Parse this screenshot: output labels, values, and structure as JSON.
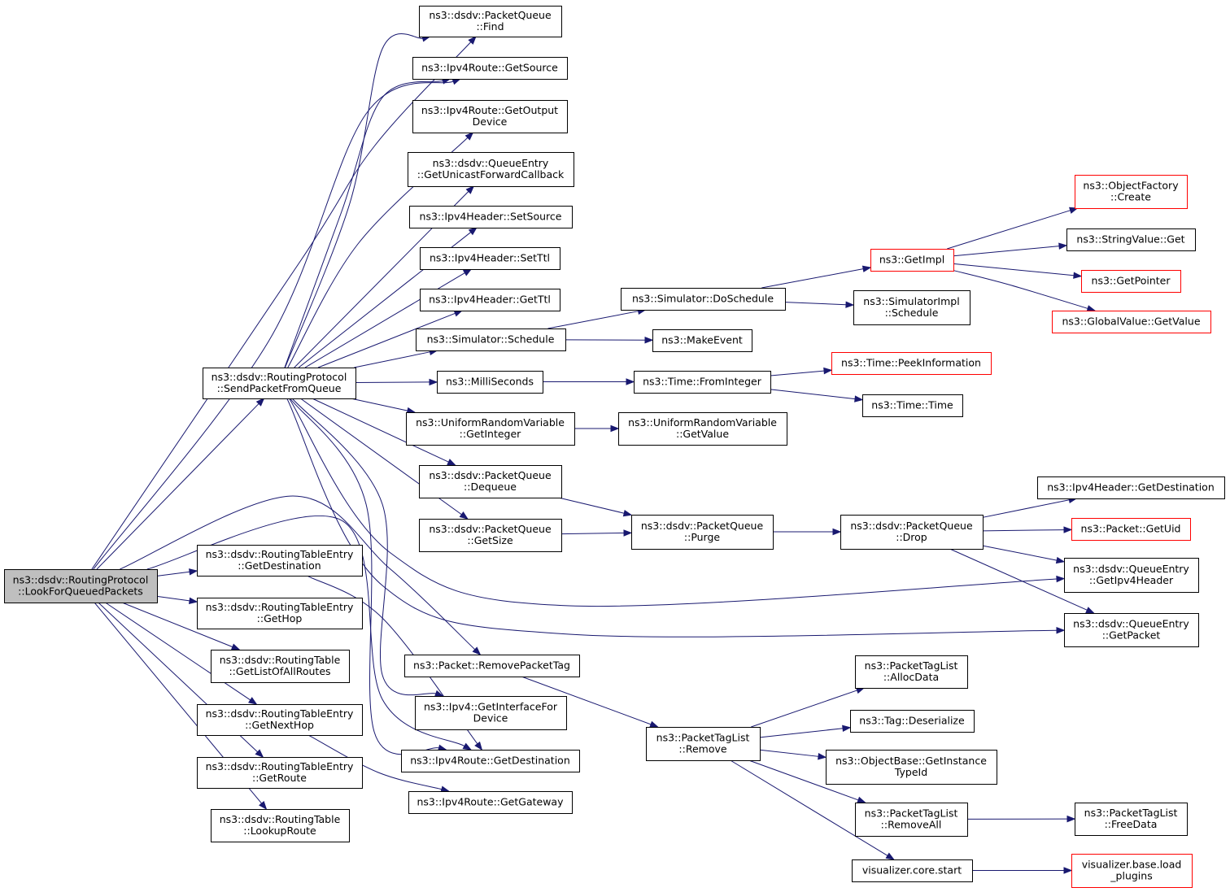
{
  "colors": {
    "edge": "#191970",
    "node_border": "#000000",
    "node_border_truncated": "#ff0000",
    "root_fill": "#bfbfbf",
    "node_fill": "#ffffff"
  },
  "nodes": [
    {
      "id": "root",
      "lines": [
        "ns3::dsdv::RoutingProtocol",
        "::LookForQueuedPackets"
      ],
      "kind": "root"
    },
    {
      "id": "sendpkt",
      "lines": [
        "ns3::dsdv::RoutingProtocol",
        "::SendPacketFromQueue"
      ],
      "kind": "normal"
    },
    {
      "id": "rte_getdest",
      "lines": [
        "ns3::dsdv::RoutingTableEntry",
        "::GetDestination"
      ],
      "kind": "normal"
    },
    {
      "id": "rte_gethop",
      "lines": [
        "ns3::dsdv::RoutingTableEntry",
        "::GetHop"
      ],
      "kind": "normal"
    },
    {
      "id": "rt_getlist",
      "lines": [
        "ns3::dsdv::RoutingTable",
        "::GetListOfAllRoutes"
      ],
      "kind": "normal"
    },
    {
      "id": "rte_getnexthop",
      "lines": [
        "ns3::dsdv::RoutingTableEntry",
        "::GetNextHop"
      ],
      "kind": "normal"
    },
    {
      "id": "rte_getroute",
      "lines": [
        "ns3::dsdv::RoutingTableEntry",
        "::GetRoute"
      ],
      "kind": "normal"
    },
    {
      "id": "rt_lookup",
      "lines": [
        "ns3::dsdv::RoutingTable",
        "::LookupRoute"
      ],
      "kind": "normal"
    },
    {
      "id": "pq_find",
      "lines": [
        "ns3::dsdv::PacketQueue",
        "::Find"
      ],
      "kind": "normal"
    },
    {
      "id": "ipv4route_getsource",
      "lines": [
        "ns3::Ipv4Route::GetSource"
      ],
      "kind": "normal"
    },
    {
      "id": "ipv4route_getoutput",
      "lines": [
        "ns3::Ipv4Route::GetOutput",
        "Device"
      ],
      "kind": "normal"
    },
    {
      "id": "qe_getucb",
      "lines": [
        "ns3::dsdv::QueueEntry",
        "::GetUnicastForwardCallback"
      ],
      "kind": "normal"
    },
    {
      "id": "ipv4hdr_setsource",
      "lines": [
        "ns3::Ipv4Header::SetSource"
      ],
      "kind": "normal"
    },
    {
      "id": "ipv4hdr_setttl",
      "lines": [
        "ns3::Ipv4Header::SetTtl"
      ],
      "kind": "normal"
    },
    {
      "id": "ipv4hdr_getttl",
      "lines": [
        "ns3::Ipv4Header::GetTtl"
      ],
      "kind": "normal"
    },
    {
      "id": "sim_schedule",
      "lines": [
        "ns3::Simulator::Schedule"
      ],
      "kind": "normal"
    },
    {
      "id": "milliseconds",
      "lines": [
        "ns3::MilliSeconds"
      ],
      "kind": "normal"
    },
    {
      "id": "urv_getint",
      "lines": [
        "ns3::UniformRandomVariable",
        "::GetInteger"
      ],
      "kind": "normal"
    },
    {
      "id": "pq_dequeue",
      "lines": [
        "ns3::dsdv::PacketQueue",
        "::Dequeue"
      ],
      "kind": "normal"
    },
    {
      "id": "pq_getsize",
      "lines": [
        "ns3::dsdv::PacketQueue",
        "::GetSize"
      ],
      "kind": "normal"
    },
    {
      "id": "pkt_removetag",
      "lines": [
        "ns3::Packet::RemovePacketTag"
      ],
      "kind": "normal"
    },
    {
      "id": "ipv4_getif",
      "lines": [
        "ns3::Ipv4::GetInterfaceFor",
        "Device"
      ],
      "kind": "normal"
    },
    {
      "id": "ipv4route_getdest",
      "lines": [
        "ns3::Ipv4Route::GetDestination"
      ],
      "kind": "normal"
    },
    {
      "id": "ipv4route_getgw",
      "lines": [
        "ns3::Ipv4Route::GetGateway"
      ],
      "kind": "normal"
    },
    {
      "id": "sim_doschedule",
      "lines": [
        "ns3::Simulator::DoSchedule"
      ],
      "kind": "normal"
    },
    {
      "id": "makeevent",
      "lines": [
        "ns3::MakeEvent"
      ],
      "kind": "normal"
    },
    {
      "id": "time_fromint",
      "lines": [
        "ns3::Time::FromInteger"
      ],
      "kind": "normal"
    },
    {
      "id": "urv_getvalue",
      "lines": [
        "ns3::UniformRandomVariable",
        "::GetValue"
      ],
      "kind": "normal"
    },
    {
      "id": "pq_purge",
      "lines": [
        "ns3::dsdv::PacketQueue",
        "::Purge"
      ],
      "kind": "normal"
    },
    {
      "id": "ptl_remove",
      "lines": [
        "ns3::PacketTagList",
        "::Remove"
      ],
      "kind": "normal"
    },
    {
      "id": "getimpl",
      "lines": [
        "ns3::GetImpl"
      ],
      "kind": "truncated"
    },
    {
      "id": "simimpl_schedule",
      "lines": [
        "ns3::SimulatorImpl",
        "::Schedule"
      ],
      "kind": "normal"
    },
    {
      "id": "time_peek",
      "lines": [
        "ns3::Time::PeekInformation"
      ],
      "kind": "truncated"
    },
    {
      "id": "time_time",
      "lines": [
        "ns3::Time::Time"
      ],
      "kind": "normal"
    },
    {
      "id": "pq_drop",
      "lines": [
        "ns3::dsdv::PacketQueue",
        "::Drop"
      ],
      "kind": "normal"
    },
    {
      "id": "ptl_allocdata",
      "lines": [
        "ns3::PacketTagList",
        "::AllocData"
      ],
      "kind": "normal"
    },
    {
      "id": "tag_deserialize",
      "lines": [
        "ns3::Tag::Deserialize"
      ],
      "kind": "normal"
    },
    {
      "id": "objbase_gettypeid",
      "lines": [
        "ns3::ObjectBase::GetInstance",
        "TypeId"
      ],
      "kind": "normal"
    },
    {
      "id": "ptl_removeall",
      "lines": [
        "ns3::PacketTagList",
        "::RemoveAll"
      ],
      "kind": "normal"
    },
    {
      "id": "viz_core_start",
      "lines": [
        "visualizer.core.start"
      ],
      "kind": "normal"
    },
    {
      "id": "objfactory_create",
      "lines": [
        "ns3::ObjectFactory",
        "::Create"
      ],
      "kind": "truncated"
    },
    {
      "id": "stringvalue_get",
      "lines": [
        "ns3::StringValue::Get"
      ],
      "kind": "normal"
    },
    {
      "id": "getpointer",
      "lines": [
        "ns3::GetPointer"
      ],
      "kind": "truncated"
    },
    {
      "id": "globalvalue_getvalue",
      "lines": [
        "ns3::GlobalValue::GetValue"
      ],
      "kind": "truncated"
    },
    {
      "id": "ipv4hdr_getdest",
      "lines": [
        "ns3::Ipv4Header::GetDestination"
      ],
      "kind": "normal"
    },
    {
      "id": "packet_getuid",
      "lines": [
        "ns3::Packet::GetUid"
      ],
      "kind": "truncated"
    },
    {
      "id": "qe_getipv4hdr",
      "lines": [
        "ns3::dsdv::QueueEntry",
        "::GetIpv4Header"
      ],
      "kind": "normal"
    },
    {
      "id": "qe_getpacket",
      "lines": [
        "ns3::dsdv::QueueEntry",
        "::GetPacket"
      ],
      "kind": "normal"
    },
    {
      "id": "ptl_freedata",
      "lines": [
        "ns3::PacketTagList",
        "::FreeData"
      ],
      "kind": "normal"
    },
    {
      "id": "viz_base_load",
      "lines": [
        "visualizer.base.load",
        "_plugins"
      ],
      "kind": "truncated"
    }
  ],
  "edges": [
    [
      "root",
      "sendpkt"
    ],
    [
      "root",
      "rte_getdest"
    ],
    [
      "root",
      "rte_gethop"
    ],
    [
      "root",
      "rt_getlist"
    ],
    [
      "root",
      "rte_getnexthop"
    ],
    [
      "root",
      "rte_getroute"
    ],
    [
      "root",
      "rt_lookup"
    ],
    [
      "root",
      "pq_find"
    ],
    [
      "root",
      "ipv4route_getsource"
    ],
    [
      "root",
      "pkt_removetag"
    ],
    [
      "root",
      "ipv4route_getdest"
    ],
    [
      "sendpkt",
      "pq_find"
    ],
    [
      "sendpkt",
      "ipv4route_getsource"
    ],
    [
      "sendpkt",
      "ipv4route_getoutput"
    ],
    [
      "sendpkt",
      "qe_getucb"
    ],
    [
      "sendpkt",
      "ipv4hdr_setsource"
    ],
    [
      "sendpkt",
      "ipv4hdr_setttl"
    ],
    [
      "sendpkt",
      "ipv4hdr_getttl"
    ],
    [
      "sendpkt",
      "sim_schedule"
    ],
    [
      "sendpkt",
      "milliseconds"
    ],
    [
      "sendpkt",
      "urv_getint"
    ],
    [
      "sendpkt",
      "pq_dequeue"
    ],
    [
      "sendpkt",
      "pq_getsize"
    ],
    [
      "sendpkt",
      "ipv4_getif"
    ],
    [
      "sendpkt",
      "ipv4route_getdest"
    ],
    [
      "sendpkt",
      "qe_getipv4hdr"
    ],
    [
      "sendpkt",
      "qe_getpacket"
    ],
    [
      "rte_getdest",
      "ipv4route_getdest"
    ],
    [
      "rte_getnexthop",
      "ipv4route_getgw"
    ],
    [
      "sim_schedule",
      "sim_doschedule"
    ],
    [
      "sim_schedule",
      "makeevent"
    ],
    [
      "milliseconds",
      "time_fromint"
    ],
    [
      "urv_getint",
      "urv_getvalue"
    ],
    [
      "pq_dequeue",
      "pq_purge"
    ],
    [
      "pq_getsize",
      "pq_purge"
    ],
    [
      "pkt_removetag",
      "ptl_remove"
    ],
    [
      "sim_doschedule",
      "getimpl"
    ],
    [
      "sim_doschedule",
      "simimpl_schedule"
    ],
    [
      "time_fromint",
      "time_peek"
    ],
    [
      "time_fromint",
      "time_time"
    ],
    [
      "pq_purge",
      "pq_drop"
    ],
    [
      "ptl_remove",
      "ptl_allocdata"
    ],
    [
      "ptl_remove",
      "tag_deserialize"
    ],
    [
      "ptl_remove",
      "objbase_gettypeid"
    ],
    [
      "ptl_remove",
      "ptl_removeall"
    ],
    [
      "ptl_remove",
      "viz_core_start"
    ],
    [
      "getimpl",
      "objfactory_create"
    ],
    [
      "getimpl",
      "stringvalue_get"
    ],
    [
      "getimpl",
      "getpointer"
    ],
    [
      "getimpl",
      "globalvalue_getvalue"
    ],
    [
      "pq_drop",
      "ipv4hdr_getdest"
    ],
    [
      "pq_drop",
      "packet_getuid"
    ],
    [
      "pq_drop",
      "qe_getipv4hdr"
    ],
    [
      "pq_drop",
      "qe_getpacket"
    ],
    [
      "ptl_removeall",
      "ptl_freedata"
    ],
    [
      "viz_core_start",
      "viz_base_load"
    ]
  ]
}
